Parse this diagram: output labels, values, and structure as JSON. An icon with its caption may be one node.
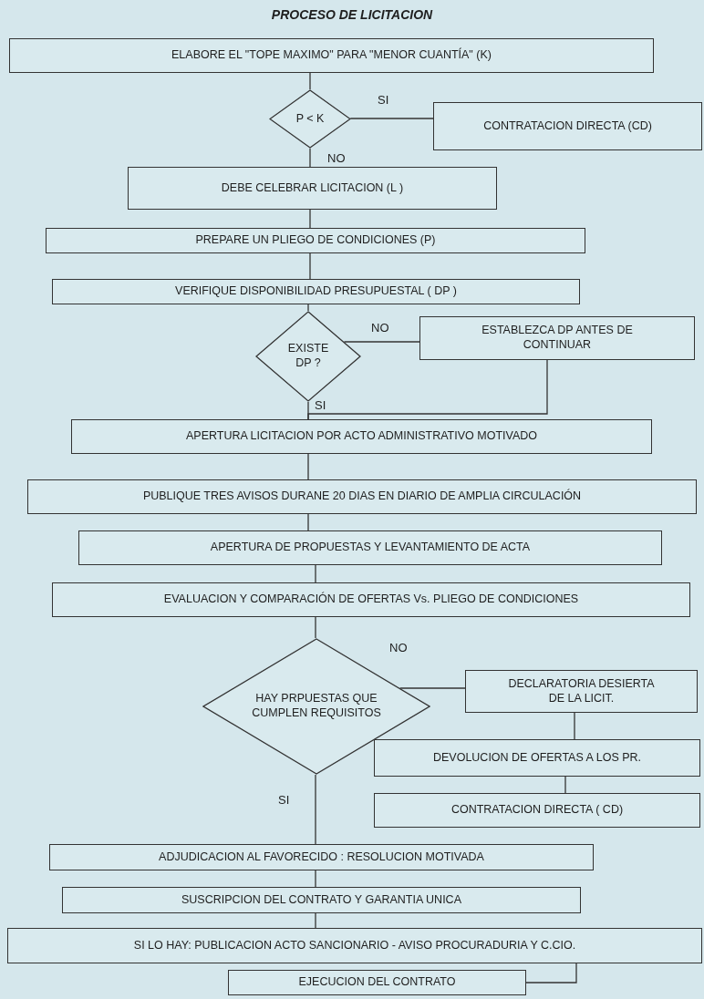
{
  "diagram": {
    "title": "PROCESO  DE  LICITACION",
    "nodes": [
      {
        "text": [
          "ELABORE EL \"TOPE MAXIMO\" PARA  \"MENOR CUANTÍA\" (K)"
        ]
      },
      {
        "text": [
          "P < K"
        ]
      },
      {
        "text": [
          "CONTRATACION DIRECTA  (CD)"
        ]
      },
      {
        "text": [
          "DEBE CELEBRAR LICITACION  (L )"
        ]
      },
      {
        "text": [
          "PREPARE UN  PLIEGO DE CONDICIONES  (P)"
        ]
      },
      {
        "text": [
          "VERIFIQUE DISPONIBILIDAD PRESUPUESTAL ( DP )"
        ]
      },
      {
        "text": [
          "EXISTE DP ?"
        ]
      },
      {
        "text": [
          "ESTABLEZCA DP  ANTES DE CONTINUAR"
        ]
      },
      {
        "text": [
          "APERTURA LICITACION POR ACTO ADMINISTRATIVO MOTIVADO"
        ]
      },
      {
        "text": [
          "PUBLIQUE TRES AVISOS DURANE 20 DIAS EN DIARIO DE AMPLIA CIRCULACIÓN"
        ]
      },
      {
        "text": [
          "APERTURA DE PROPUESTAS Y LEVANTAMIENTO DE ACTA"
        ]
      },
      {
        "text": [
          "EVALUACION Y COMPARACIÓN DE OFERTAS Vs.  PLIEGO DE CONDICIONES"
        ]
      },
      {
        "text": [
          "HAY PRPUESTAS QUE CUMPLEN REQUISITOS"
        ]
      },
      {
        "text": [
          "DECLARATORIA DESIERTA DE LA LICIT."
        ]
      },
      {
        "text": [
          "DEVOLUCION DE OFERTAS A LOS  PR."
        ]
      },
      {
        "text": [
          "CONTRATACION DIRECTA ( CD)"
        ]
      },
      {
        "text": [
          "ADJUDICACION AL FAVORECIDO : RESOLUCION  MOTIVADA"
        ]
      },
      {
        "text": [
          "SUSCRIPCION DEL CONTRATO Y GARANTIA UNICA"
        ]
      },
      {
        "text": [
          "SI LO HAY: PUBLICACION ACTO SANCIONARIO - AVISO PROCURADURIA Y C.CIO."
        ]
      },
      {
        "text": [
          "EJECUCION DEL CONTRATO"
        ]
      }
    ],
    "edges": [
      {
        "from": 0,
        "to": 1,
        "arrow": "none"
      },
      {
        "from": 1,
        "to": 2,
        "arrow": "none",
        "label": "SI"
      },
      {
        "from": 1,
        "to": 3,
        "arrow": "none",
        "label": "NO"
      },
      {
        "from": 3,
        "to": 4,
        "arrow": "none"
      },
      {
        "from": 4,
        "to": 5,
        "arrow": "none"
      },
      {
        "from": 5,
        "to": 6,
        "arrow": "none"
      },
      {
        "from": 6,
        "to": 7,
        "arrow": "none",
        "label": "NO"
      },
      {
        "from": 6,
        "to": 8,
        "arrow": "none",
        "label": "SI"
      },
      {
        "from": 7,
        "to": 8,
        "arrow": "none"
      },
      {
        "from": 8,
        "to": 9,
        "arrow": "none"
      },
      {
        "from": 9,
        "to": 10,
        "arrow": "none"
      },
      {
        "from": 10,
        "to": 11,
        "arrow": "none"
      },
      {
        "from": 11,
        "to": 12,
        "arrow": "none"
      },
      {
        "from": 12,
        "to": 13,
        "arrow": "none",
        "label": "NO"
      },
      {
        "from": 13,
        "to": 14,
        "arrow": "none"
      },
      {
        "from": 14,
        "to": 15,
        "arrow": "none"
      },
      {
        "from": 12,
        "to": 16,
        "arrow": "none",
        "label": "SI"
      },
      {
        "from": 16,
        "to": 17,
        "arrow": "none"
      },
      {
        "from": 17,
        "to": 18,
        "arrow": "none"
      },
      {
        "from": 18,
        "to": 19,
        "arrow": "none"
      }
    ]
  }
}
